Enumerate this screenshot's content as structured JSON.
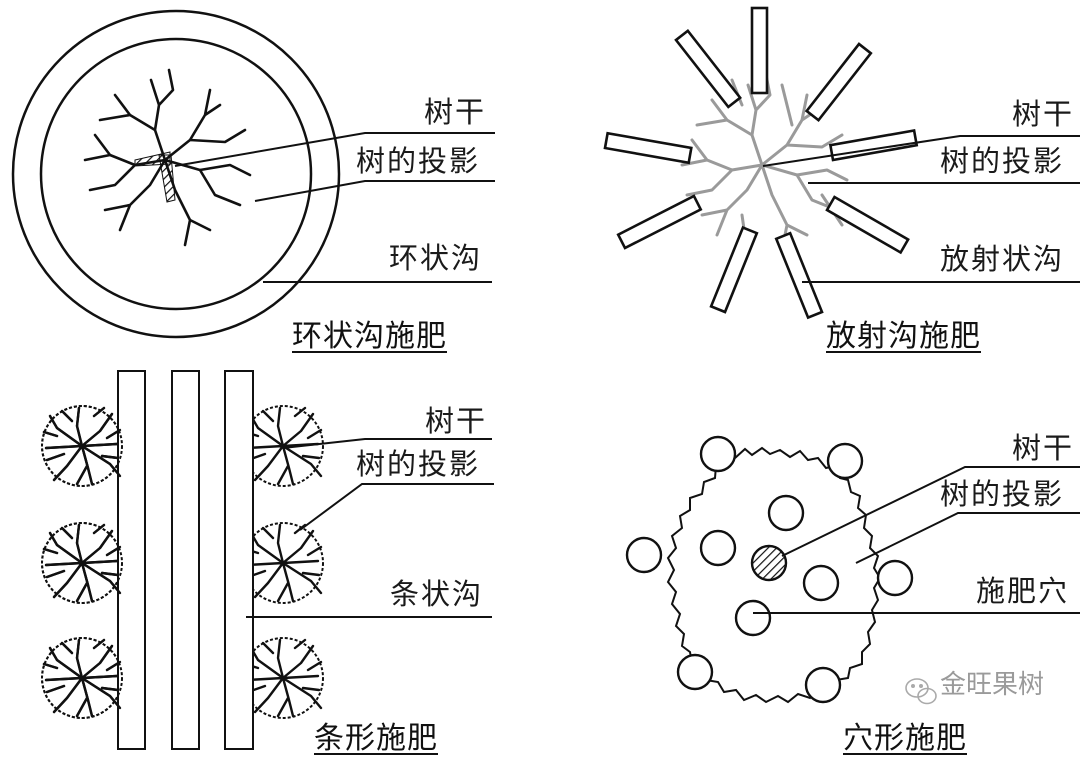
{
  "panels": {
    "ring": {
      "title": "环状沟施肥",
      "labels": {
        "trunk": "树干",
        "canopy": "树的投影",
        "trench": "环状沟"
      }
    },
    "radial": {
      "title": "放射沟施肥",
      "labels": {
        "trunk": "树干",
        "canopy": "树的投影",
        "trench": "放射状沟"
      }
    },
    "strip": {
      "title": "条形施肥",
      "labels": {
        "trunk": "树干",
        "canopy": "树的投影",
        "trench": "条状沟"
      }
    },
    "hole": {
      "title": "穴形施肥",
      "labels": {
        "trunk": "树干",
        "canopy": "树的投影",
        "trench": "施肥穴"
      }
    }
  },
  "watermark": {
    "icon": "wechat-icon",
    "text": "金旺果树"
  },
  "colors": {
    "ink": "#111111",
    "gray_tree": "#9a9a9a",
    "watermark": "#9a9a9a"
  }
}
